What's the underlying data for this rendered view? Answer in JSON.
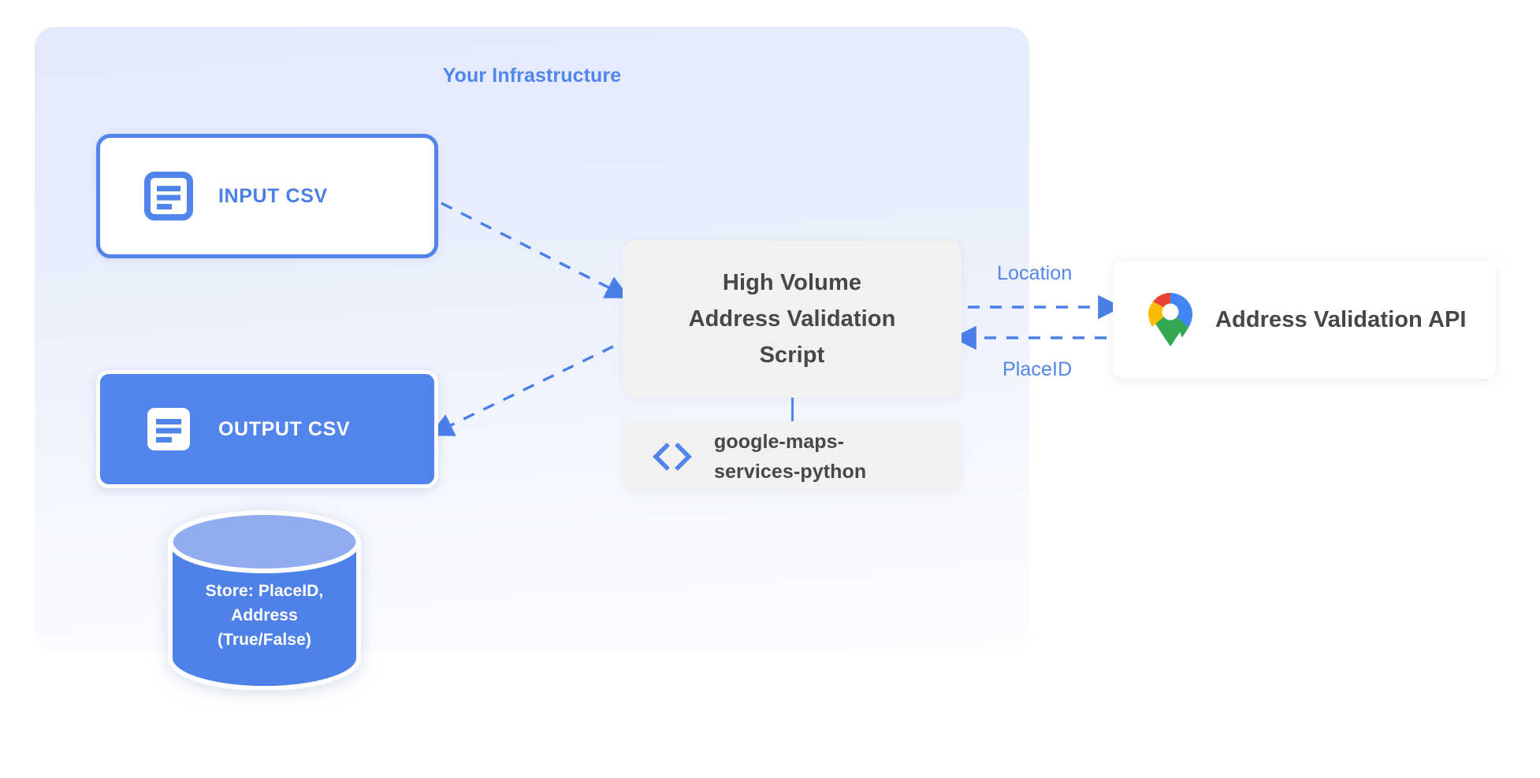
{
  "panel": {
    "title": "Your Infrastructure",
    "accent": "#5185ec",
    "bg_top": "#e3eafb",
    "bg_bottom": "#fcfdff"
  },
  "nodes": {
    "input_csv": {
      "label": "INPUT CSV",
      "icon": "document-icon",
      "style": "outlined",
      "border_color": "#5185ec",
      "text_color": "#4a7fe8"
    },
    "output_csv": {
      "label": "OUTPUT CSV",
      "icon": "document-icon",
      "style": "filled",
      "fill_color": "#5185ec",
      "text_color": "#ffffff"
    },
    "script": {
      "line1": "High Volume",
      "line2": "Address Validation",
      "line3": "Script",
      "fill_color": "#f2f1ef",
      "text_color": "#46474a"
    },
    "library": {
      "line1": "google-maps-",
      "line2": "services-python",
      "icon": "code-brackets-icon",
      "icon_color": "#5185ec",
      "fill_color": "#f2f1ef"
    },
    "api": {
      "label": "Address Validation API",
      "icon": "google-maps-pin-icon",
      "fill_color": "#ffffff",
      "text_color": "#46474a"
    },
    "database": {
      "line1": "Store: PlaceID,",
      "line2": "Address",
      "line3": "(True/False)",
      "body_color": "#4f82e8",
      "top_color": "#8fadf0",
      "text_color": "#ffffff"
    }
  },
  "edges": [
    {
      "name": "input-to-script",
      "label": "",
      "style": "dashed",
      "direction": "right"
    },
    {
      "name": "script-to-output",
      "label": "",
      "style": "dashed",
      "direction": "left"
    },
    {
      "name": "script-to-api",
      "label": "Location",
      "style": "dashed",
      "direction": "right"
    },
    {
      "name": "api-to-script",
      "label": "PlaceID",
      "style": "dashed",
      "direction": "left"
    },
    {
      "name": "script-to-library",
      "label": "",
      "style": "solid",
      "direction": "none"
    }
  ],
  "edge_labels": {
    "location": "Location",
    "placeid": "PlaceID"
  }
}
